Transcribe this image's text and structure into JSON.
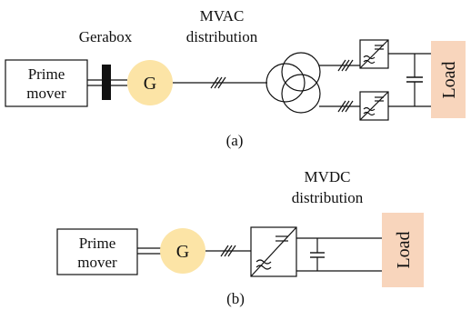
{
  "colors": {
    "generator_fill": "#fce4a6",
    "load_fill": "#f8d5bc",
    "stroke": "#111111"
  },
  "diagram_a": {
    "caption": "(a)",
    "prime_mover_line1": "Prime",
    "prime_mover_line2": "mover",
    "gearbox_label": "Gerabox",
    "generator_label": "G",
    "distribution_line1": "MVAC",
    "distribution_line2": "distribution",
    "load_label": "Load"
  },
  "diagram_b": {
    "caption": "(b)",
    "prime_mover_line1": "Prime",
    "prime_mover_line2": "mover",
    "generator_label": "G",
    "distribution_line1": "MVDC",
    "distribution_line2": "distribution",
    "load_label": "Load"
  }
}
